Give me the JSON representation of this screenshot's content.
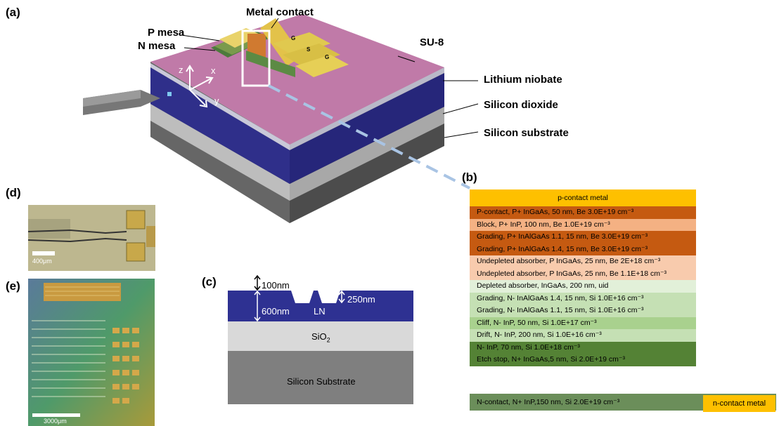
{
  "panels": {
    "a": "(a)",
    "b": "(b)",
    "c": "(c)",
    "d": "(d)",
    "e": "(e)"
  },
  "device": {
    "metal_contact": "Metal contact",
    "p_mesa": "P mesa",
    "n_mesa": "N mesa",
    "su8": "SU-8",
    "lithium_niobate": "Lithium niobate",
    "silicon_dioxide": "Silicon dioxide",
    "silicon_substrate": "Silicon  substrate",
    "axis_z": "z",
    "axis_x": "x",
    "axis_y": "y",
    "pad_g1": "G",
    "pad_s": "S",
    "pad_g2": "G"
  },
  "stack": {
    "top_metal": "p-contact metal",
    "rows": [
      {
        "text": "P-contact, P+ InGaAs, 50 nm, Be 3.0E+19 cm⁻³",
        "color": "#c55a11"
      },
      {
        "text": "Block, P+ InP, 100 nm, Be 1.0E+19 cm⁻³",
        "color": "#f4b183"
      },
      {
        "text": "Grading, P+ InAlGaAs 1.1, 15 nm, Be 3.0E+19 cm⁻³",
        "color": "#c55a11"
      },
      {
        "text": "Grading, P+ InAlGaAs 1.4, 15 nm, Be 3.0E+19 cm⁻³",
        "color": "#c55a11"
      },
      {
        "text": "Undepleted absorber, P InGaAs, 25 nm, Be 2E+18 cm⁻³",
        "color": "#f8cbad"
      },
      {
        "text": "Undepleted absorber, P InGaAs, 25 nm, Be 1.1E+18 cm⁻³",
        "color": "#f8cbad"
      },
      {
        "text": "Depleted absorber, InGaAs, 200 nm, uid",
        "color": "#e2f0d9"
      },
      {
        "text": "Grading, N- InAlGaAs 1.4, 15 nm, Si 1.0E+16 cm⁻³",
        "color": "#c5e0b4"
      },
      {
        "text": "Grading, N- InAlGaAs 1.1, 15 nm, Si 1.0E+16 cm⁻³",
        "color": "#c5e0b4"
      },
      {
        "text": "Cliff, N- InP, 50 nm, Si 1.0E+17 cm⁻³",
        "color": "#a9d18e"
      },
      {
        "text": "Drift, N- InP, 200 nm, Si 1.0E+16 cm⁻³",
        "color": "#c5e0b4"
      },
      {
        "text": "N- InP, 70 nm, Si 1.0E+18 cm⁻³",
        "color": "#548235"
      },
      {
        "text": "Etch stop, N+ InGaAs,5 nm, Si 2.0E+19 cm⁻³",
        "color": "#548235"
      }
    ],
    "bottom": "N-contact, N+ InP,150 nm, Si 2.0E+19 cm⁻³",
    "n_contact_metal": "n-contact metal",
    "colors": {
      "metal": "#fec000",
      "n_contact": "#6b8e5a"
    }
  },
  "cross_section": {
    "thick_100": "100nm",
    "thick_600": "600nm",
    "thick_250": "250nm",
    "ln": "LN",
    "sio2": "SiO",
    "sio2_sub": "2",
    "substrate": "Silicon Substrate"
  },
  "photos": {
    "d_scale": "400μm",
    "e_scale": "3000μm"
  }
}
